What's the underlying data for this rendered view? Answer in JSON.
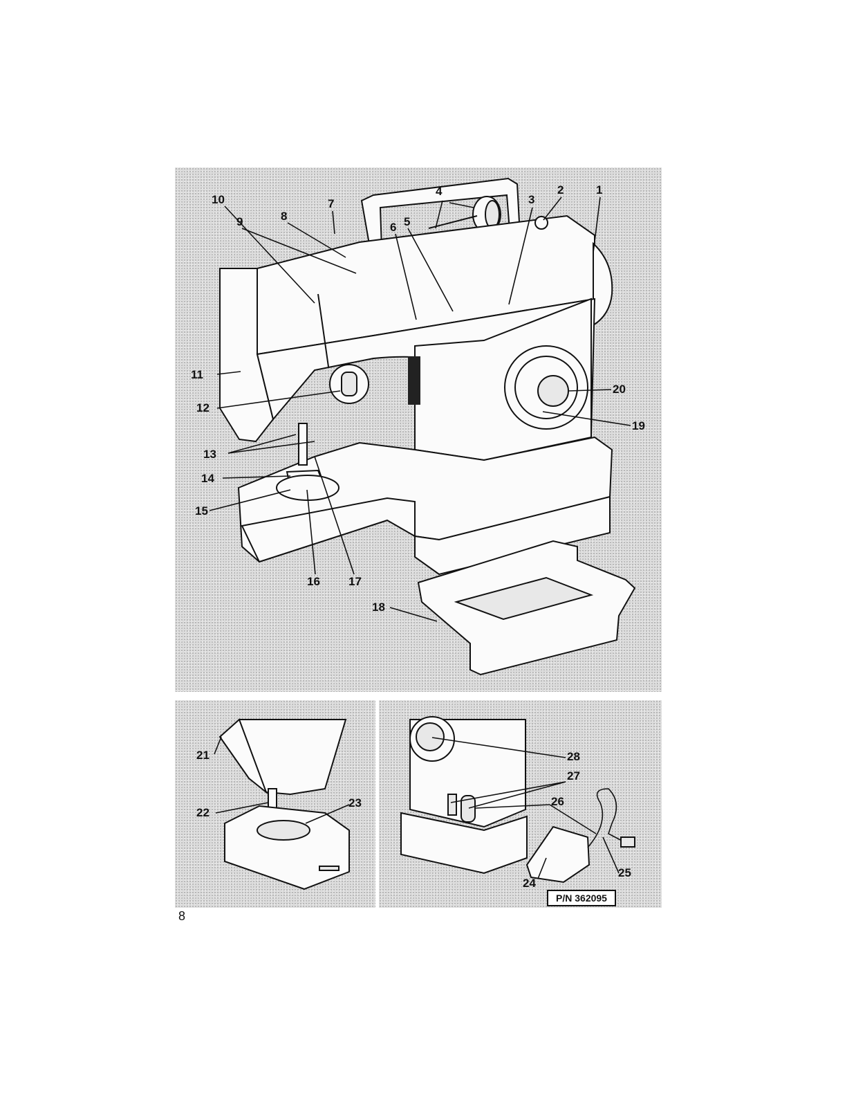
{
  "callouts": {
    "c1": "1",
    "c2": "2",
    "c3": "3",
    "c4": "4",
    "c5": "5",
    "c6": "6",
    "c7": "7",
    "c8": "8",
    "c9": "9",
    "c10": "10",
    "c11": "11",
    "c12": "12",
    "c13": "13",
    "c14": "14",
    "c15": "15",
    "c16": "16",
    "c17": "17",
    "c18": "18",
    "c19": "19",
    "c20": "20",
    "c21": "21",
    "c22": "22",
    "c23": "23",
    "c24": "24",
    "c25": "25",
    "c26": "26",
    "c27": "27",
    "c28": "28"
  },
  "part_number": "P/N 362095",
  "page_number": "8"
}
